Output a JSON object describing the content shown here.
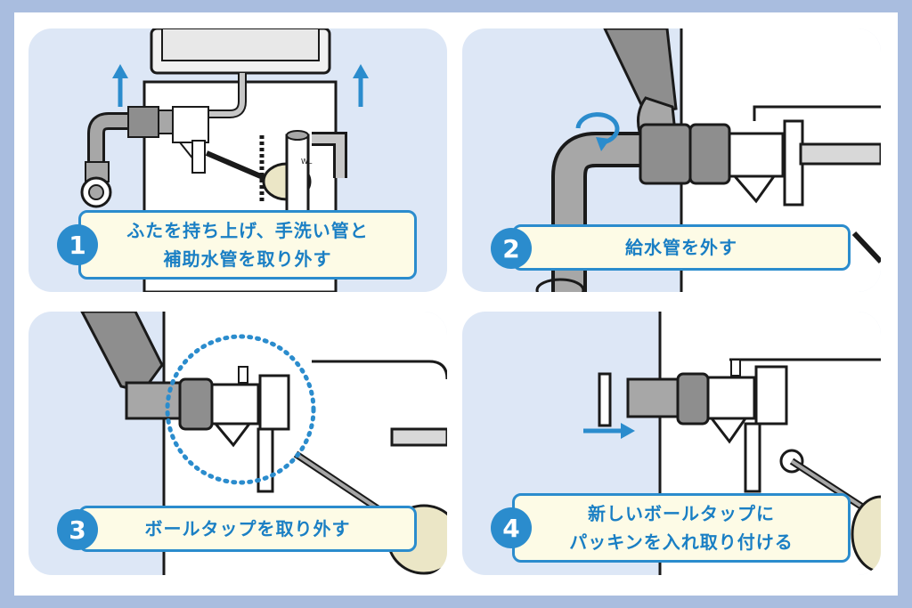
{
  "steps": [
    {
      "number": "1",
      "line1": "ふたを持ち上げ、手洗い管と",
      "line2": "補助水管を取り外す"
    },
    {
      "number": "2",
      "line1": "給水管を外す",
      "line2": ""
    },
    {
      "number": "3",
      "line1": "ボールタップを取り外す",
      "line2": ""
    },
    {
      "number": "4",
      "line1": "新しいボールタップに",
      "line2": "パッキンを入れ取り付ける"
    }
  ],
  "labels": {
    "wl": "WL"
  },
  "colors": {
    "accent": "#2b8ccd",
    "panel_bg": "#dde7f6",
    "caption_bg": "#fdfbe6",
    "border_bg": "#a9bddf",
    "pipe_gray": "#a7a7a7",
    "float_cream": "#ebe6c6"
  },
  "icons": [
    "arrow-up-icon",
    "rotate-arrow-icon",
    "arrow-right-icon",
    "dotted-circle-highlight"
  ]
}
